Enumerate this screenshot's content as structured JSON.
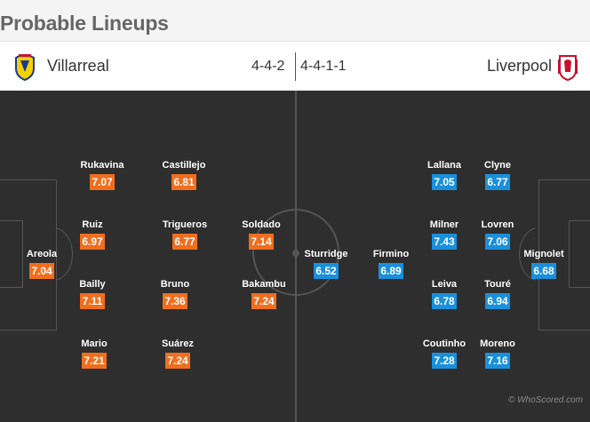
{
  "title": "Probable Lineups",
  "home": {
    "name": "Villarreal",
    "formation": "4-4-2",
    "players": [
      {
        "name": "Areola",
        "rating": "7.04"
      },
      {
        "name": "Rukavina",
        "rating": "7.07"
      },
      {
        "name": "Ruiz",
        "rating": "6.97"
      },
      {
        "name": "Bailly",
        "rating": "7.11"
      },
      {
        "name": "Mario",
        "rating": "7.21"
      },
      {
        "name": "Castillejo",
        "rating": "6.81"
      },
      {
        "name": "Trigueros",
        "rating": "6.77"
      },
      {
        "name": "Bruno",
        "rating": "7.36"
      },
      {
        "name": "Suárez",
        "rating": "7.24"
      },
      {
        "name": "Soldado",
        "rating": "7.14"
      },
      {
        "name": "Bakambu",
        "rating": "7.24"
      }
    ]
  },
  "away": {
    "name": "Liverpool",
    "formation": "4-4-1-1",
    "players": [
      {
        "name": "Mignolet",
        "rating": "6.68"
      },
      {
        "name": "Clyne",
        "rating": "6.77"
      },
      {
        "name": "Lovren",
        "rating": "7.06"
      },
      {
        "name": "Touré",
        "rating": "6.94"
      },
      {
        "name": "Moreno",
        "rating": "7.16"
      },
      {
        "name": "Lallana",
        "rating": "7.05"
      },
      {
        "name": "Milner",
        "rating": "7.43"
      },
      {
        "name": "Leiva",
        "rating": "6.78"
      },
      {
        "name": "Coutinho",
        "rating": "7.28"
      },
      {
        "name": "Firmino",
        "rating": "6.89"
      },
      {
        "name": "Sturridge",
        "rating": "6.52"
      }
    ]
  },
  "watermark": "© WhoScored.com",
  "colors": {
    "home_rating": "#f06e1d",
    "away_rating": "#1a8fdc",
    "pitch": "#2e2e2e"
  }
}
